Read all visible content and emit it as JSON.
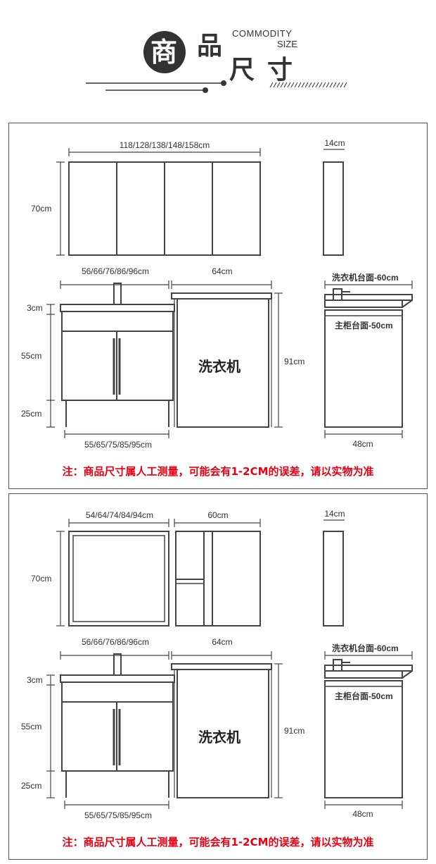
{
  "header": {
    "circle_char": "商",
    "char2": "品",
    "char3": "尺",
    "char4": "寸",
    "en_line1": "COMMODITY",
    "en_line2": "SIZE"
  },
  "panel1": {
    "top_width": "118/128/138/148/158cm",
    "top_height": "70cm",
    "side_depth": "14cm",
    "cab_width": "56/66/76/86/96cm",
    "wm_width": "64cm",
    "h_top": "3cm",
    "h_mid": "55cm",
    "h_leg": "25cm",
    "total_h": "91cm",
    "bottom_width": "55/65/75/85/95cm",
    "wm_label": "洗衣机",
    "side_top1": "洗衣机台面-60cm",
    "side_top2": "主柜台面-50cm",
    "side_bottom": "48cm"
  },
  "panel2": {
    "top_width": "54/64/74/84/94cm",
    "top_width2": "60cm",
    "top_height": "70cm",
    "side_depth": "14cm",
    "cab_width": "56/66/76/86/96cm",
    "wm_width": "64cm",
    "h_top": "3cm",
    "h_mid": "55cm",
    "h_leg": "25cm",
    "total_h": "91cm",
    "bottom_width": "55/65/75/85/95cm",
    "wm_label": "洗衣机",
    "side_top1": "洗衣机台面-60cm",
    "side_top2": "主柜台面-50cm",
    "side_bottom": "48cm"
  },
  "note": "注：商品尺寸属人工测量，可能会有1-2CM的误差，请以实物为准",
  "colors": {
    "note": "#e60012",
    "line": "#444444",
    "dark": "#222222"
  }
}
